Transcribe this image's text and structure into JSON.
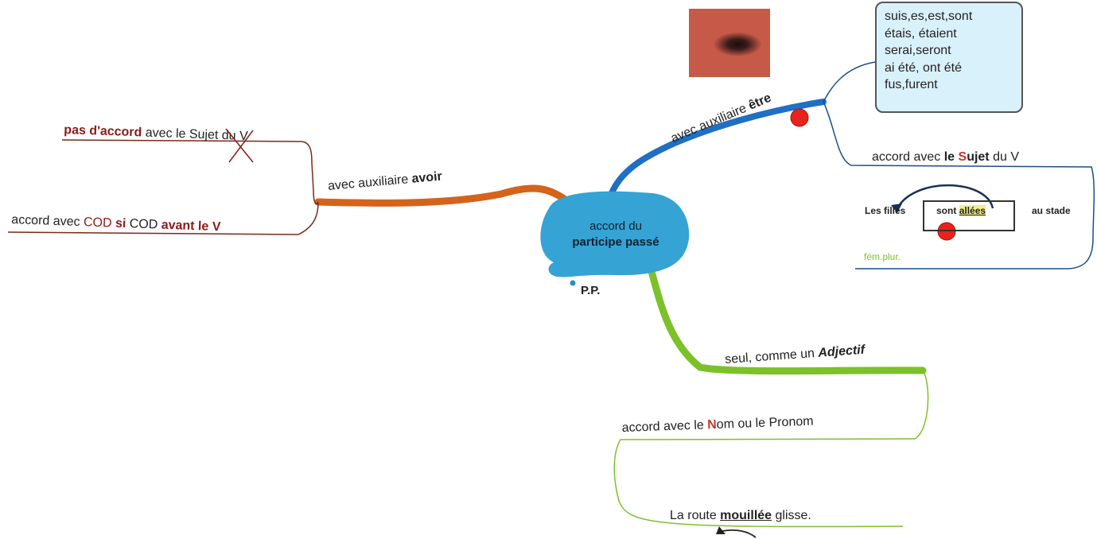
{
  "center": {
    "line1": "accord du",
    "line2": "participe passé",
    "tag": "P.P."
  },
  "avoir": {
    "branch_pre": "avec auxiliaire ",
    "branch_bold": "avoir",
    "no_accord": {
      "pre": "pas d'accord",
      "mid": " avec le ",
      "word": "Sujet",
      "post": " du V"
    },
    "cod": {
      "pre": "accord avec ",
      "cod1": "COD",
      "si": " si ",
      "cod2": "COD ",
      "avant": "avant le V"
    }
  },
  "etre": {
    "branch_pre": "avec auxiliaire ",
    "branch_bold": "être",
    "conjugations": [
      "suis,es,est,sont",
      "étais, étaient",
      "serai,seront",
      "ai été, ont été",
      "fus,furent"
    ],
    "accord": {
      "pre": "accord avec ",
      "le": "le ",
      "S": "S",
      "ujet": "ujet",
      "post": " du V"
    },
    "example": {
      "subject": "Les filles",
      "verb": "sont",
      "participle": "allées",
      "rest": "au stade"
    },
    "note": "fém.plur."
  },
  "adjectif": {
    "branch_pre": "seul, comme un ",
    "branch_bold": "Adjectif",
    "accord": {
      "pre": "accord avec le ",
      "N": "N",
      "rest": "om ou le Pronom"
    },
    "example": {
      "pre": "La route ",
      "word": "mouillée",
      "post": " glisse."
    }
  },
  "colors": {
    "avoir": "#d4631c",
    "etre": "#1f6fc4",
    "adjectif": "#7cc12a",
    "center": "#35a3d3",
    "accent_red": "#8b1a1a",
    "dot": "#e8231c"
  }
}
